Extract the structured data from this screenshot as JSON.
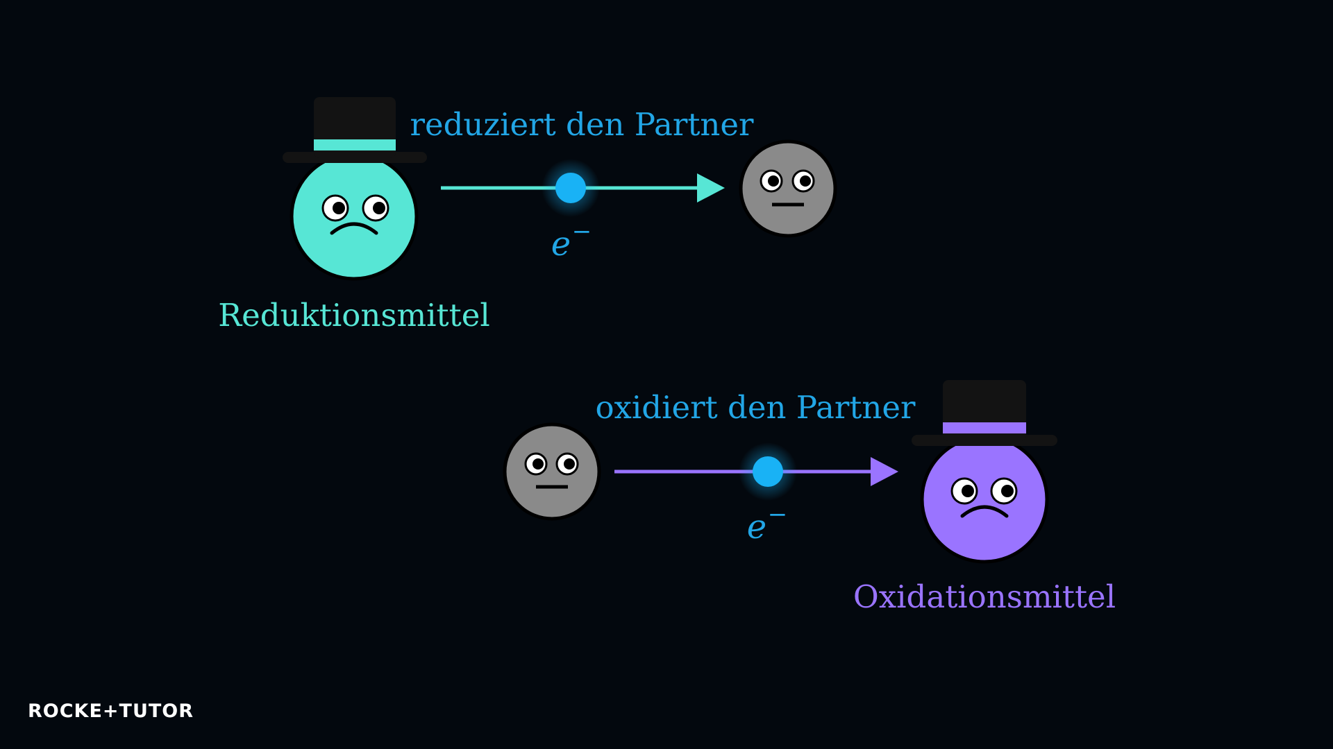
{
  "top_row": {
    "agent_label": "Reduktionsmittel",
    "action_label": "reduziert den Partner",
    "electron_symbol": "e",
    "electron_charge": "−",
    "agent_color": "#57e6d5"
  },
  "bottom_row": {
    "agent_label": "Oxidationsmittel",
    "action_label": "oxidiert den Partner",
    "electron_symbol": "e",
    "electron_charge": "−",
    "agent_color": "#9a74ff"
  },
  "colors": {
    "background": "#03080e",
    "electron": "#19b2f5",
    "label_blue": "#22a6e6",
    "partner_face": "#8a8a8a",
    "hat": "#131313"
  },
  "branding": {
    "logo_text": "ROCKE+TUTOR"
  }
}
